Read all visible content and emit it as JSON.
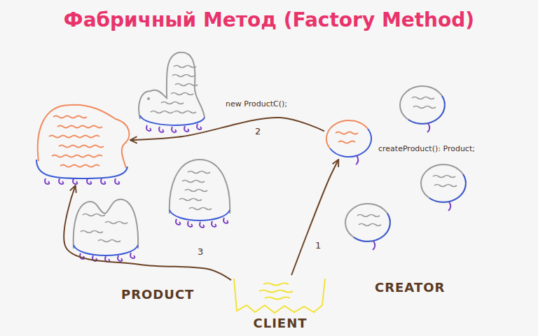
{
  "diagram": {
    "title": "Фабричный Метод (Factory Method)",
    "nodes": [
      {
        "text": [
          "PRODUCT"
        ]
      },
      {
        "text": [
          "CREATOR"
        ]
      },
      {
        "text": [
          "CLIENT"
        ]
      }
    ],
    "edges": [
      {
        "from": 2,
        "to": 1,
        "arrow": "to",
        "label": "1"
      },
      {
        "from": 1,
        "to": 0,
        "arrow": "to",
        "label": "2"
      },
      {
        "from": 2,
        "to": 0,
        "arrow": "to",
        "label": "3"
      }
    ],
    "labels": [
      "new ProductC();",
      "createProduct(): Product;"
    ]
  }
}
